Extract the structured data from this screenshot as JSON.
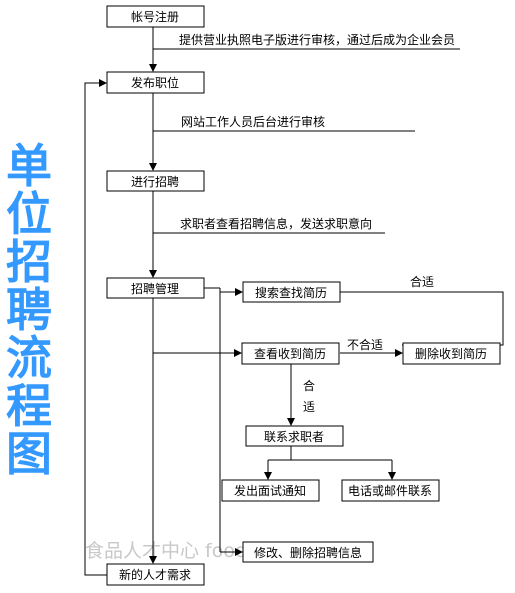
{
  "side_title": [
    "单",
    "位",
    "招",
    "聘",
    "流",
    "程",
    "图"
  ],
  "watermark": "食品人才中心 foodmate.net",
  "nodes": {
    "register": "帐号注册",
    "post_job": "发布职位",
    "recruiting": "进行招聘",
    "recruit_manage": "招聘管理",
    "search_resume": "搜索查找简历",
    "view_received": "查看收到简历",
    "delete_received": "删除收到简历",
    "contact": "联系求职者",
    "interview": "发出面试通知",
    "phone_email": "电话或邮件联系",
    "modify_delete": "修改、删除招聘信息",
    "new_demand": "新的人才需求"
  },
  "notes": {
    "license_review": "提供营业执照电子版进行审核，通过后成为企业会员",
    "staff_review": "网站工作人员后台进行审核",
    "seeker_view": "求职者查看招聘信息，发送求职意向",
    "suitable": "合适",
    "unsuitable": "不合适",
    "suitable_vertical_1": "合",
    "suitable_vertical_2": "适"
  }
}
